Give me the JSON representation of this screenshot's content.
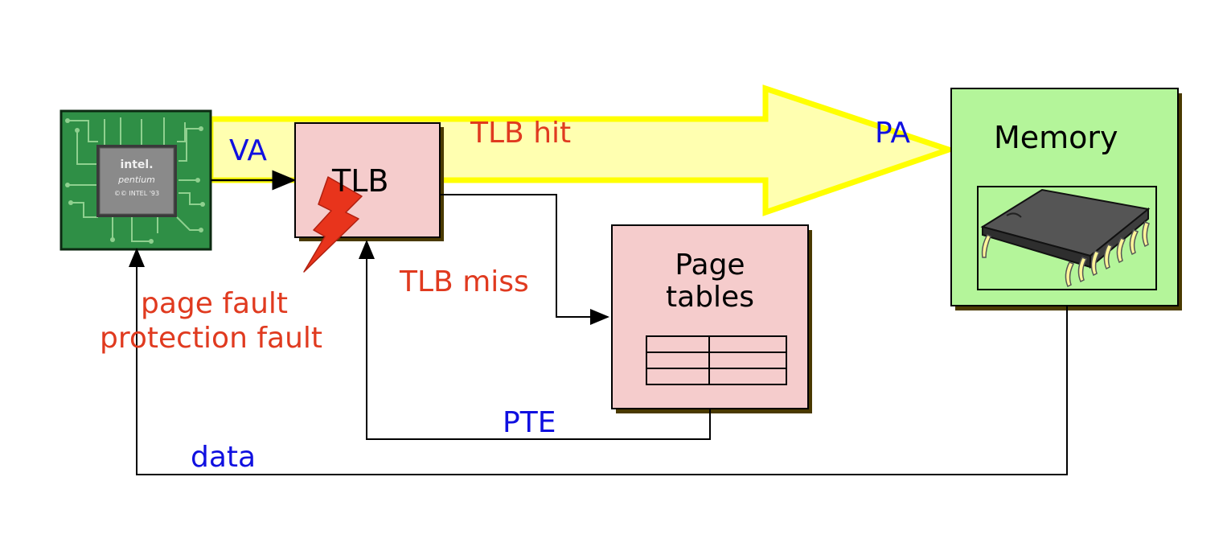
{
  "diagram": {
    "nodes": {
      "cpu": {
        "chip_text_line1": "intel.",
        "chip_text_line2": "pentium",
        "chip_text_line3": "©© INTEL '93"
      },
      "tlb": {
        "label": "TLB"
      },
      "page_tables": {
        "label_line1": "Page",
        "label_line2": "tables"
      },
      "memory": {
        "label": "Memory"
      }
    },
    "edges": {
      "va": "VA",
      "pa": "PA",
      "tlb_hit": "TLB hit",
      "tlb_miss": "TLB miss",
      "pte": "PTE",
      "data": "data"
    },
    "faults": {
      "line1": "page fault",
      "line2": "protection fault"
    }
  },
  "colors": {
    "blue_text": "#1010e0",
    "red_text": "#e03a1f",
    "box_pink": "#f5cccc",
    "memory_green": "#b4f59a",
    "cpu_green": "#2f8f46",
    "arrow_yellow": "#ffff8c",
    "arrow_outline": "#ffff00",
    "lightning": "#e8341c"
  }
}
